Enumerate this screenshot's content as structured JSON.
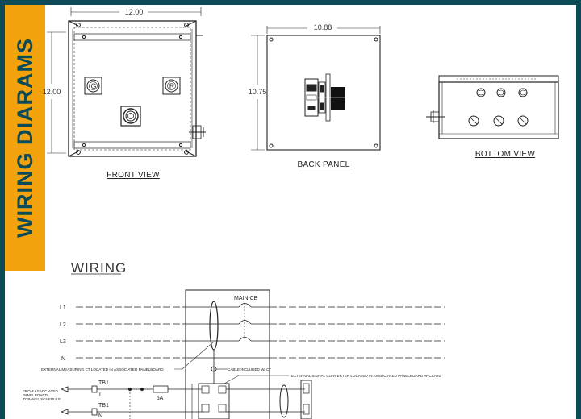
{
  "banner": {
    "title": "WIRING DIARAMS"
  },
  "front_view": {
    "width_dim": "12.00",
    "height_dim": "12.00",
    "caption": "FRONT VIEW",
    "light_g": "G",
    "light_r": "R"
  },
  "back_panel": {
    "width_dim": "10.88",
    "height_dim": "10.75",
    "caption": "BACK PANEL"
  },
  "bottom_view": {
    "caption": "BOTTOM VIEW"
  },
  "wiring": {
    "heading": "WIRING",
    "breaker_label": "MAIN  CB",
    "lines": [
      "L1",
      "L2",
      "L3",
      "N"
    ],
    "ct_note": "EXTERNAL MEASURING CT LOCATED IN ASSOCIATED PANELBOARD",
    "cable_note": "CABLE INCLUDED W/ CT",
    "converter_note": "EXTERNAL SIGNAL CONVERTER LOCATED IN ASSOCIATED PANELBOARD #RCCA20",
    "tb1_top": "TB1",
    "tb1_top_terminal": "L",
    "tb1_bottom": "TB1",
    "tb1_bottom_terminal": "N",
    "fuse_label": "6A",
    "source_note_1": "FROM ASSOCIATED",
    "source_note_2": "PANELBOARD",
    "source_note_3": "'D' PANEL SCHEDULE"
  }
}
